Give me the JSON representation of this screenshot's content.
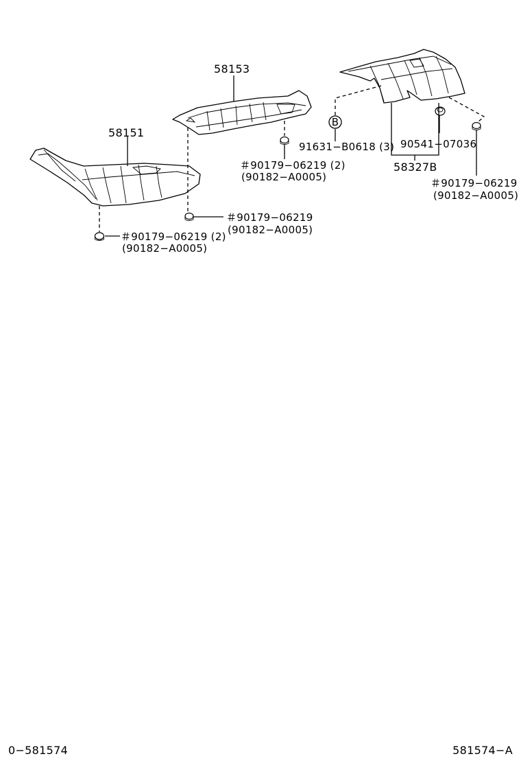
{
  "callouts": {
    "p58153": "58153",
    "p58151": "58151",
    "p58327b": "58327B",
    "bolt_91631": "91631−B0618 (3)",
    "grommet_90541": "90541−07036",
    "nut_top_mid": "＃90179−06219 (2)",
    "nut_top_mid_alt": "(90182−A0005)",
    "nut_right": "＃90179−06219",
    "nut_right_alt": "(90182−A0005)",
    "nut_center": "＃90179−06219",
    "nut_center_alt": "(90182−A0005)",
    "nut_left": "＃90179−06219 (2)",
    "nut_left_alt": "(90182−A0005)",
    "ref_marker_b": "B"
  },
  "footer": {
    "left_code": "0−581574",
    "right_code": "581574−A"
  }
}
